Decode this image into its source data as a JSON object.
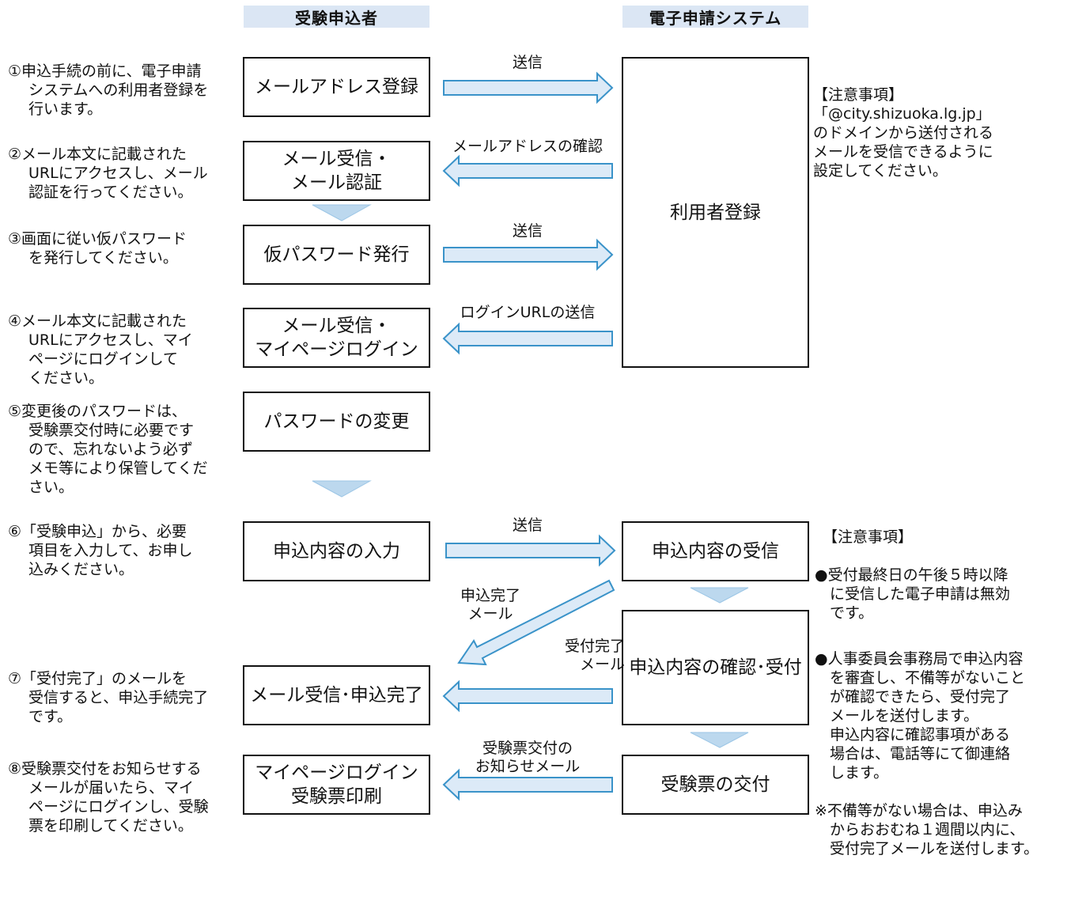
{
  "columns": {
    "applicant": "受験申込者",
    "system": "電子申請システム"
  },
  "steps": [
    "①申込手続の前に、電子申請\nシステムへの利用者登録を\n行います。",
    "②メール本文に記載された\nURLにアクセスし、メール\n認証を行ってください。",
    "③画面に従い仮パスワード\nを発行してください。",
    "④メール本文に記載された\nURLにアクセスし、マイ\nページにログインして\nください。",
    "⑤変更後のパスワードは、\n受験票交付時に必要です\nので、忘れないよう必ず\nメモ等により保管してくだ\nさい。",
    "⑥「受験申込」から、必要\n項目を入力して、お申し\n込みください。",
    "⑦「受付完了」のメールを\n受信すると、申込手続完了\nです。",
    "⑧受験票交付をお知らせする\nメールが届いたら、マイ\nページにログインし、受験\n票を印刷してください。"
  ],
  "applicant_boxes": [
    "メールアドレス登録",
    "メール受信・\nメール認証",
    "仮パスワード発行",
    "メール受信・\nマイページログイン",
    "パスワードの変更",
    "申込内容の入力",
    "メール受信･申込完了",
    "マイページログイン\n受験票印刷"
  ],
  "system_boxes": {
    "registration": "利用者登録",
    "receive": "申込内容の受信",
    "confirm": "申込内容の確認･受付",
    "issue": "受験票の交付"
  },
  "arrow_labels": {
    "send1": "送信",
    "confirm_address": "メールアドレスの確認",
    "send2": "送信",
    "login_url": "ログインURLの送信",
    "send3": "送信",
    "apply_complete": "申込完了\nメール",
    "accept_complete": "受付完了\nメール",
    "ticket_notice": "受験票交付の\nお知らせメール"
  },
  "notes": {
    "top_title": "【注意事項】",
    "top_body": "「@city.shizuoka.lg.jp」\nのドメインから送付される\nメールを受信できるように\n設定してください。",
    "bottom_title": "【注意事項】",
    "bottom_item1": "●受付最終日の午後５時以降\n　に受信した電子申請は無効\n　です。",
    "bottom_item2": "●人事委員会事務局で申込内容\n　を審査し、不備等がないこと\n　が確認できたら、受付完了\n　メールを送付します。\n　申込内容に確認事項がある\n　場合は、電話等にて御連絡\n　します。",
    "bottom_item3": "※不備等がない場合は、申込み\n　からおおむね１週間以内に、\n　受付完了メールを送付します。"
  },
  "colors": {
    "arrow_fill": "#dceaf7",
    "arrow_stroke": "#3a93c9",
    "chevron": "#bcd8ee",
    "header_bg": "#dbe6f4"
  }
}
